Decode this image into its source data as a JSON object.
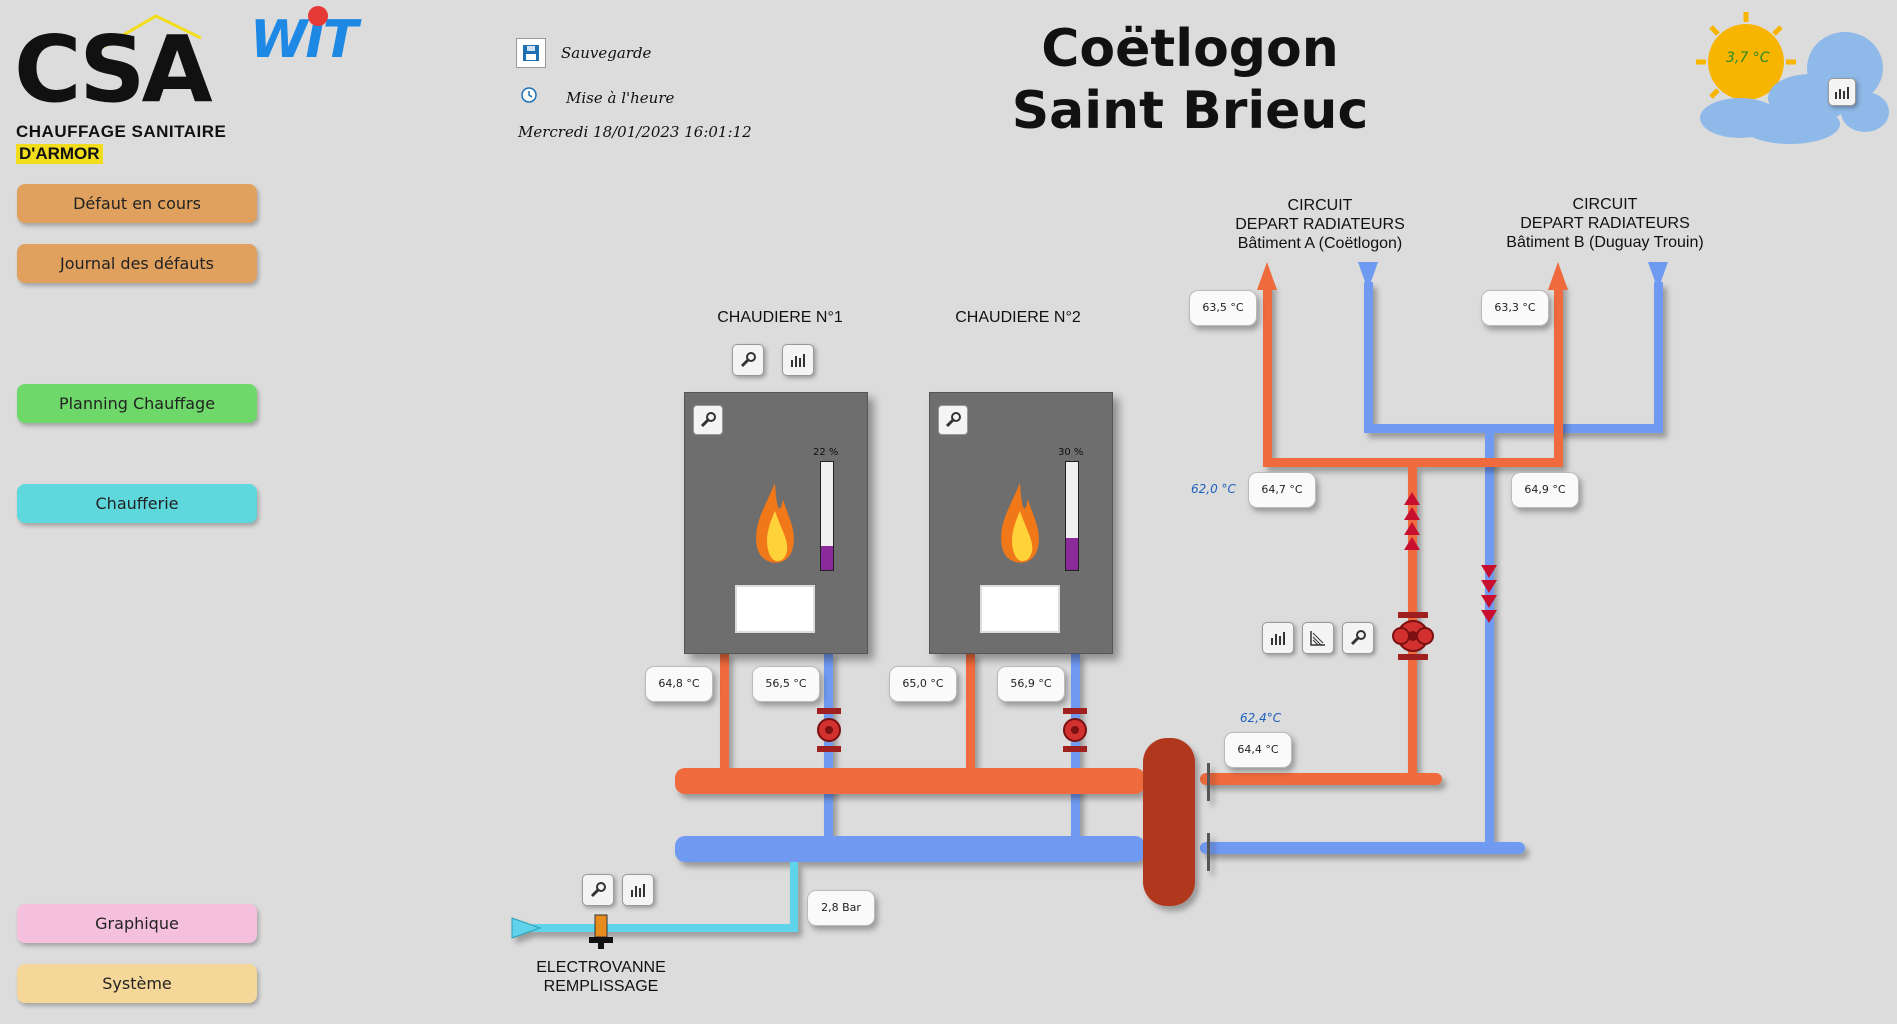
{
  "brand": {
    "csa_letters": "CSA",
    "csa_line1": "CHAUFFAGE SANITAIRE",
    "csa_line2": "D'ARMOR",
    "wit": "WIT"
  },
  "nav": {
    "items": [
      {
        "label": "Défaut en cours",
        "color": "#e0a15f"
      },
      {
        "label": "Journal des défauts",
        "color": "#e0a15f"
      },
      {
        "label": "Planning Chauffage",
        "color": "#6ed96a"
      },
      {
        "label": "Chaufferie",
        "color": "#5ed8dc"
      },
      {
        "label": "Graphique",
        "color": "#f5c0de"
      },
      {
        "label": "Système",
        "color": "#f6d79a"
      }
    ]
  },
  "toolbar": {
    "save_label": "Sauvegarde",
    "time_label": "Mise à l'heure",
    "datetime": "Mercredi 18/01/2023 16:01:12"
  },
  "title": {
    "line1": "Coëtlogon",
    "line2": "Saint Brieuc"
  },
  "weather": {
    "outdoor_temp": "3,7 °C"
  },
  "boilers": [
    {
      "label": "CHAUDIERE N°1",
      "modulation": "22 %",
      "modulation_value": 0.22,
      "flow_temp": "64,8 °C",
      "return_temp": "56,5 °C"
    },
    {
      "label": "CHAUDIERE N°2",
      "modulation": "30 %",
      "modulation_value": 0.3,
      "flow_temp": "65,0 °C",
      "return_temp": "56,9 °C"
    }
  ],
  "circuits": [
    {
      "line1": "CIRCUIT",
      "line2": "DEPART RADIATEURS",
      "line3": "Bâtiment A (Coëtlogon)",
      "depart_temp": "63,5 °C"
    },
    {
      "line1": "CIRCUIT",
      "line2": "DEPART RADIATEURS",
      "line3": "Bâtiment B (Duguay Trouin)",
      "depart_temp": "63,3 °C"
    }
  ],
  "collector": {
    "setpoint": "62,0 °C",
    "temp_red": "64,7 °C",
    "temp_right": "64,9 °C"
  },
  "bottle": {
    "setpoint": "62,4°C",
    "temp": "64,4 °C"
  },
  "filling": {
    "pressure": "2,8 Bar",
    "label_line1": "ELECTROVANNE",
    "label_line2": "REMPLISSAGE"
  },
  "colors": {
    "hot": "#ef6a3c",
    "cold": "#6f9af2",
    "fill": "#5fd3ea",
    "bottle": "#b1381d"
  }
}
